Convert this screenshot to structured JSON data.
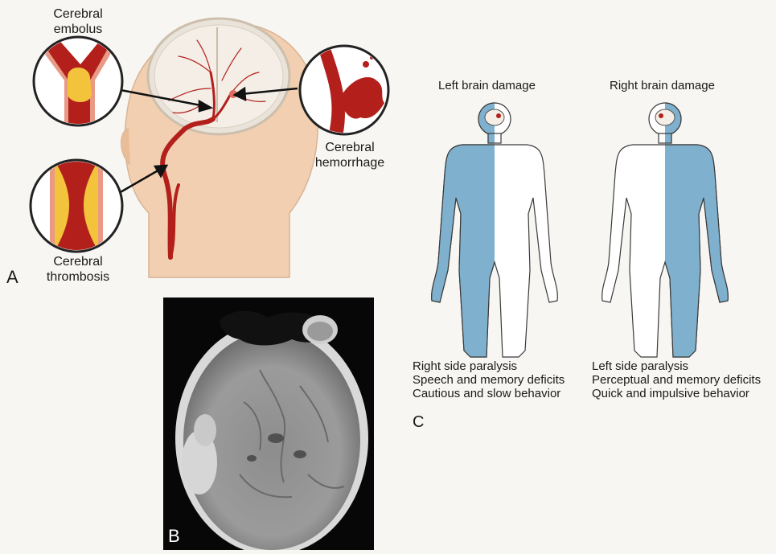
{
  "panel_a": {
    "letter": "A",
    "labels": {
      "embolus": [
        "Cerebral",
        "embolus"
      ],
      "hemorrhage": [
        "Cerebral",
        "hemorrhage"
      ],
      "thrombosis": [
        "Cerebral",
        "thrombosis"
      ]
    }
  },
  "panel_b": {
    "letter": "B"
  },
  "panel_c": {
    "letter": "C",
    "left": {
      "title": "Left brain damage",
      "lines": [
        "Right side paralysis",
        "Speech and memory deficits",
        "Cautious and slow behavior"
      ]
    },
    "right": {
      "title": "Right brain damage",
      "lines": [
        "Left side paralysis",
        "Perceptual and memory deficits",
        "Quick and impulsive behavior"
      ]
    }
  },
  "colors": {
    "artery": "#b3201c",
    "clot": "#f3c33b",
    "body_blue": "#7fb1cf",
    "skin": "#f1cfb0",
    "brain": "#f4eee6"
  }
}
